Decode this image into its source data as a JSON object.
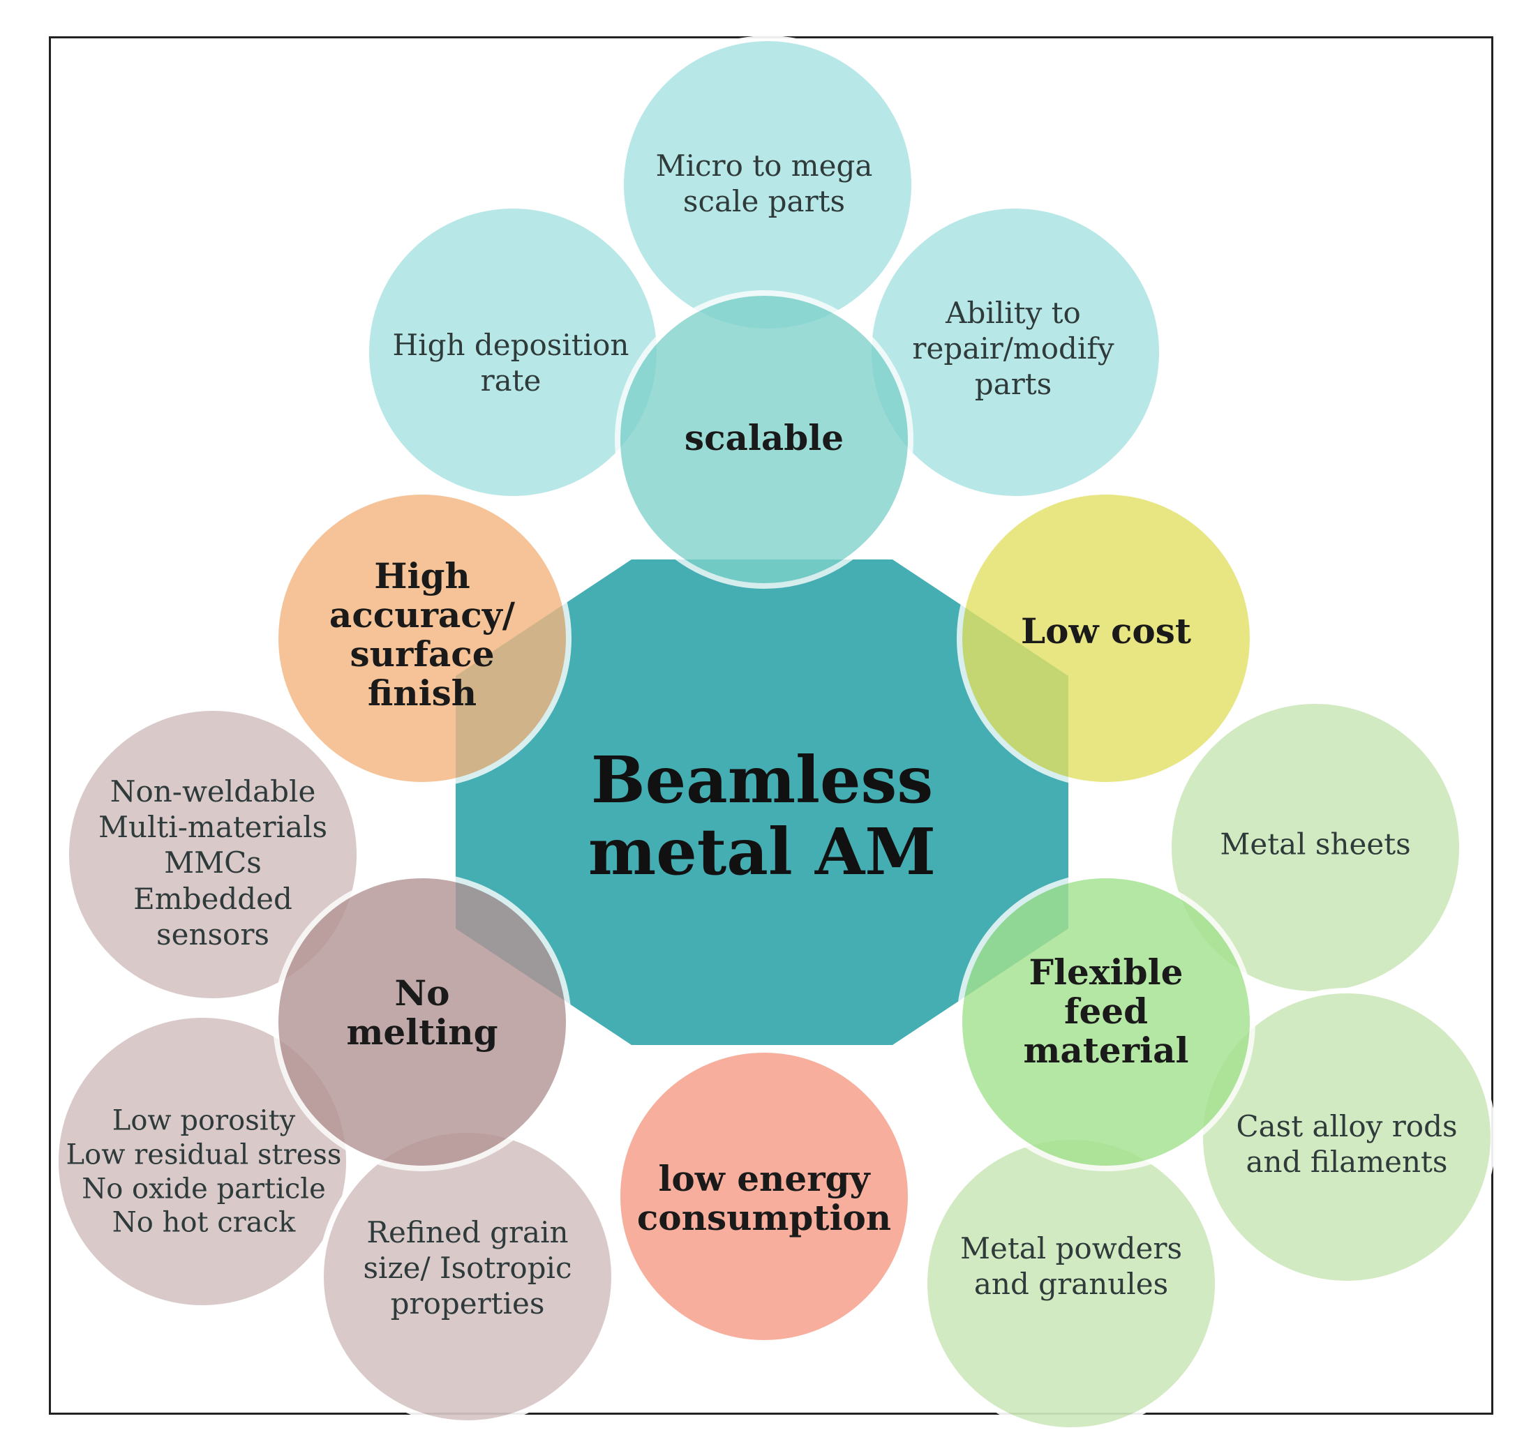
{
  "center": {
    "lines": [
      "Beamless",
      "metal AM"
    ],
    "color": "#45aeb3"
  },
  "groups": {
    "scalable": {
      "label": [
        "scalable"
      ],
      "color": "#7fd2cb",
      "children": [
        {
          "lines": [
            "Micro to mega",
            "scale parts"
          ],
          "color": "#b2e6e6"
        },
        {
          "lines": [
            "High deposition",
            "rate"
          ],
          "color": "#b2e6e6"
        },
        {
          "lines": [
            "Ability to",
            "repair/modify",
            "parts"
          ],
          "color": "#b2e6e6"
        }
      ]
    },
    "accuracy": {
      "label": [
        "High",
        "accuracy/",
        "surface",
        "finish"
      ],
      "color": "#f3b57e"
    },
    "low_cost": {
      "label": [
        "Low cost"
      ],
      "color": "#e3e163"
    },
    "no_melting": {
      "label": [
        "No",
        "melting"
      ],
      "color": "#b49494",
      "children": [
        {
          "lines": [
            "Non-weldable",
            "Multi-materials",
            "MMCs",
            "Embedded",
            "sensors"
          ],
          "color": "#d6c5c5"
        },
        {
          "lines": [
            "Low porosity",
            "Low residual stress",
            "No oxide particle",
            "No hot crack"
          ],
          "color": "#d6c5c5"
        },
        {
          "lines": [
            "Refined grain",
            "size/ Isotropic",
            "properties"
          ],
          "color": "#d6c5c5"
        }
      ]
    },
    "low_energy": {
      "label": [
        "low energy",
        "consumption"
      ],
      "color": "#f6a18c"
    },
    "flexible_feed": {
      "label": [
        "Flexible",
        "feed",
        "material"
      ],
      "color": "#a3e28e",
      "children": [
        {
          "lines": [
            "Metal sheets"
          ],
          "color": "#cfe9bd"
        },
        {
          "lines": [
            "Cast alloy rods",
            "and filaments"
          ],
          "color": "#cfe9bd"
        },
        {
          "lines": [
            "Metal powders",
            "and granules"
          ],
          "color": "#cfe9bd"
        }
      ]
    }
  }
}
